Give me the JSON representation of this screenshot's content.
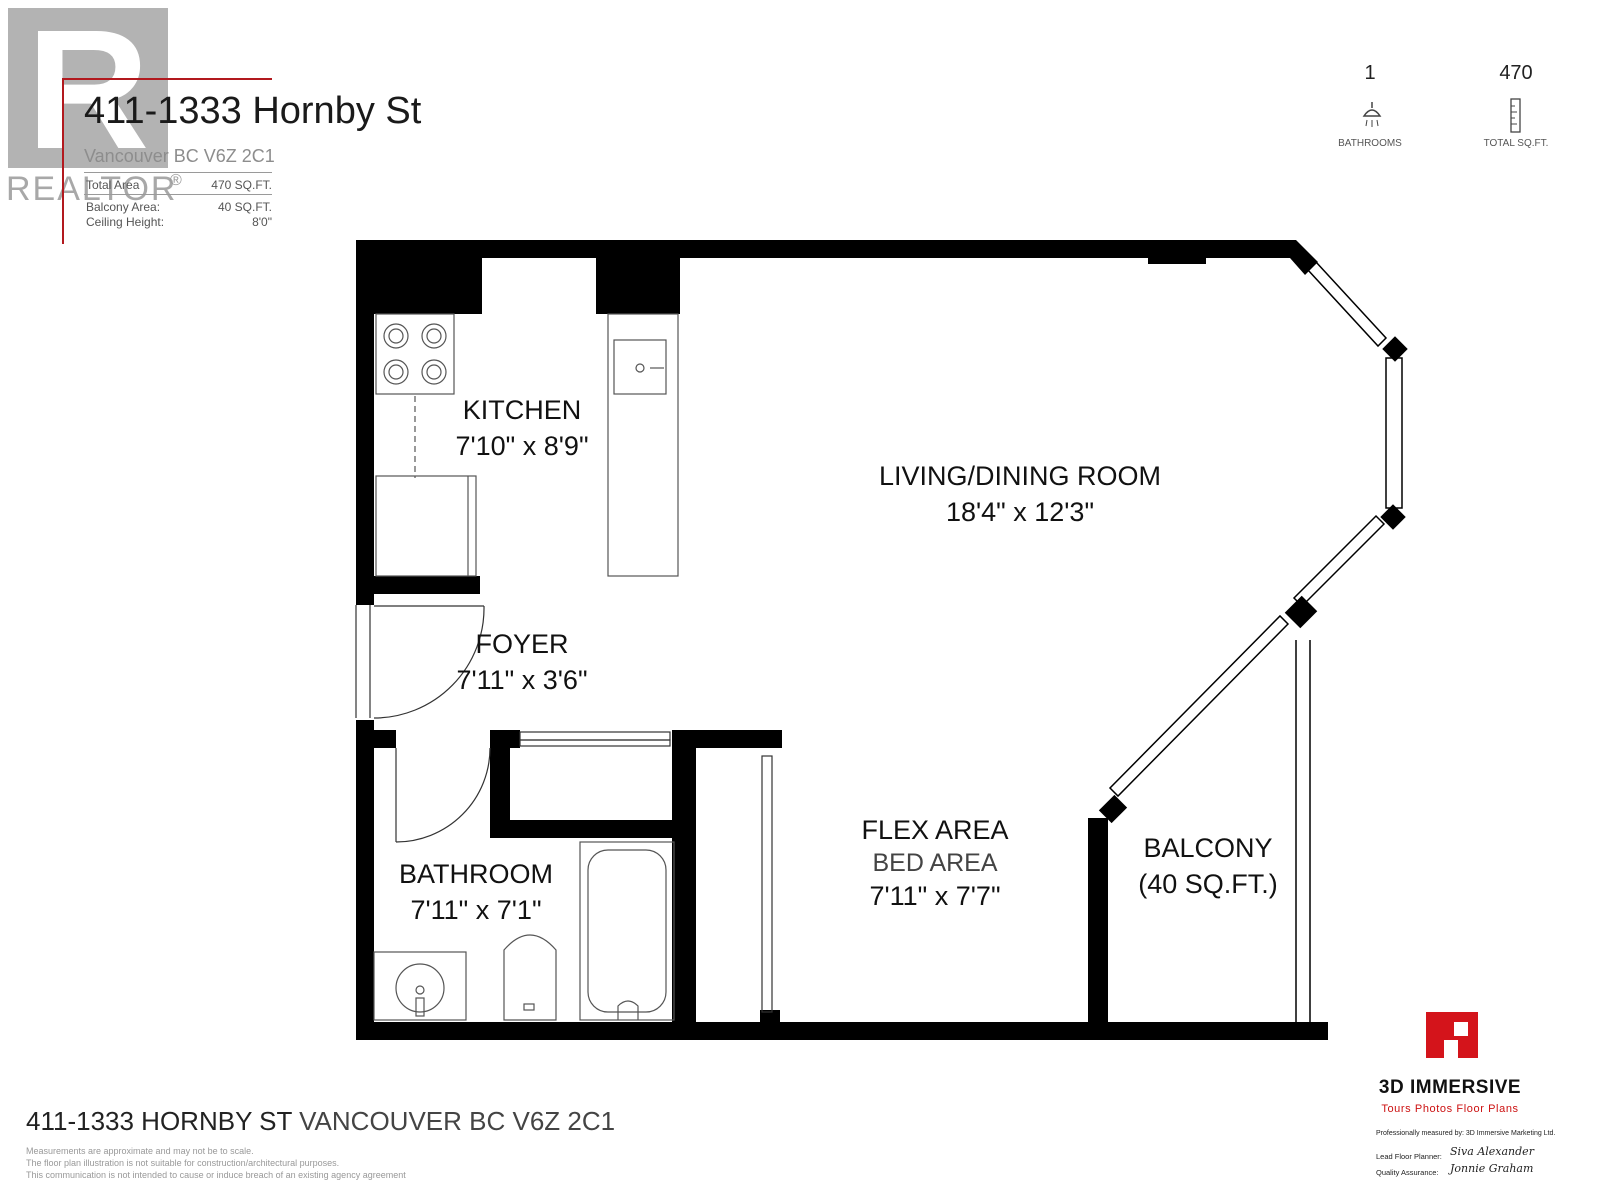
{
  "logo": {
    "text": "R",
    "word": "REALTOR",
    "reg": "®"
  },
  "header": {
    "title": "411-1333 Hornby St",
    "subtitle": "Vancouver BC V6Z 2C1",
    "rows": [
      {
        "label": "Total Area",
        "value": "470 SQ.FT."
      },
      {
        "label": "Balcony Area:",
        "value": "40 SQ.FT."
      },
      {
        "label": "Ceiling Height:",
        "value": "8'0\""
      }
    ]
  },
  "stats": [
    {
      "value": "1",
      "label": "BATHROOMS",
      "icon": "shower-icon"
    },
    {
      "value": "470",
      "label": "TOTAL SQ.FT.",
      "icon": "ruler-icon"
    }
  ],
  "rooms": {
    "kitchen": {
      "name": "KITCHEN",
      "dims": "7'10\" x 8'9\""
    },
    "living": {
      "name": "LIVING/DINING ROOM",
      "dims": "18'4\" x 12'3\""
    },
    "foyer": {
      "name": "FOYER",
      "dims": "7'11\" x 3'6\""
    },
    "flex": {
      "name": "FLEX AREA",
      "sub": "BED AREA",
      "dims": "7'11\" x 7'7\""
    },
    "balcony": {
      "name": "BALCONY",
      "dims": "(40 SQ.FT.)"
    },
    "bathroom": {
      "name": "BATHROOM",
      "dims": "7'11\" x 7'1\""
    }
  },
  "footer": {
    "address_bold": "411-1333 HORNBY ST",
    "address_rest": " VANCOUVER BC  V6Z 2C1",
    "disclaimers": [
      "Measurements are approximate and may not be to scale.",
      "The floor plan illustration is not suitable for construction/architectural purposes.",
      "This communication is not intended to cause or induce breach of an existing agency agreement"
    ]
  },
  "company": {
    "name": "3D IMMERSIVE",
    "tagline": "Tours  Photos  Floor Plans",
    "measured_by": "Professionally measured by: 3D Immersive Marketing Ltd.",
    "lead_label": "Lead Floor Planner:",
    "lead_sig": "Siva Alexander",
    "qa_label": "Quality Assurance:",
    "qa_sig": "Jonnie Graham",
    "brand_color": "#d4141b"
  }
}
